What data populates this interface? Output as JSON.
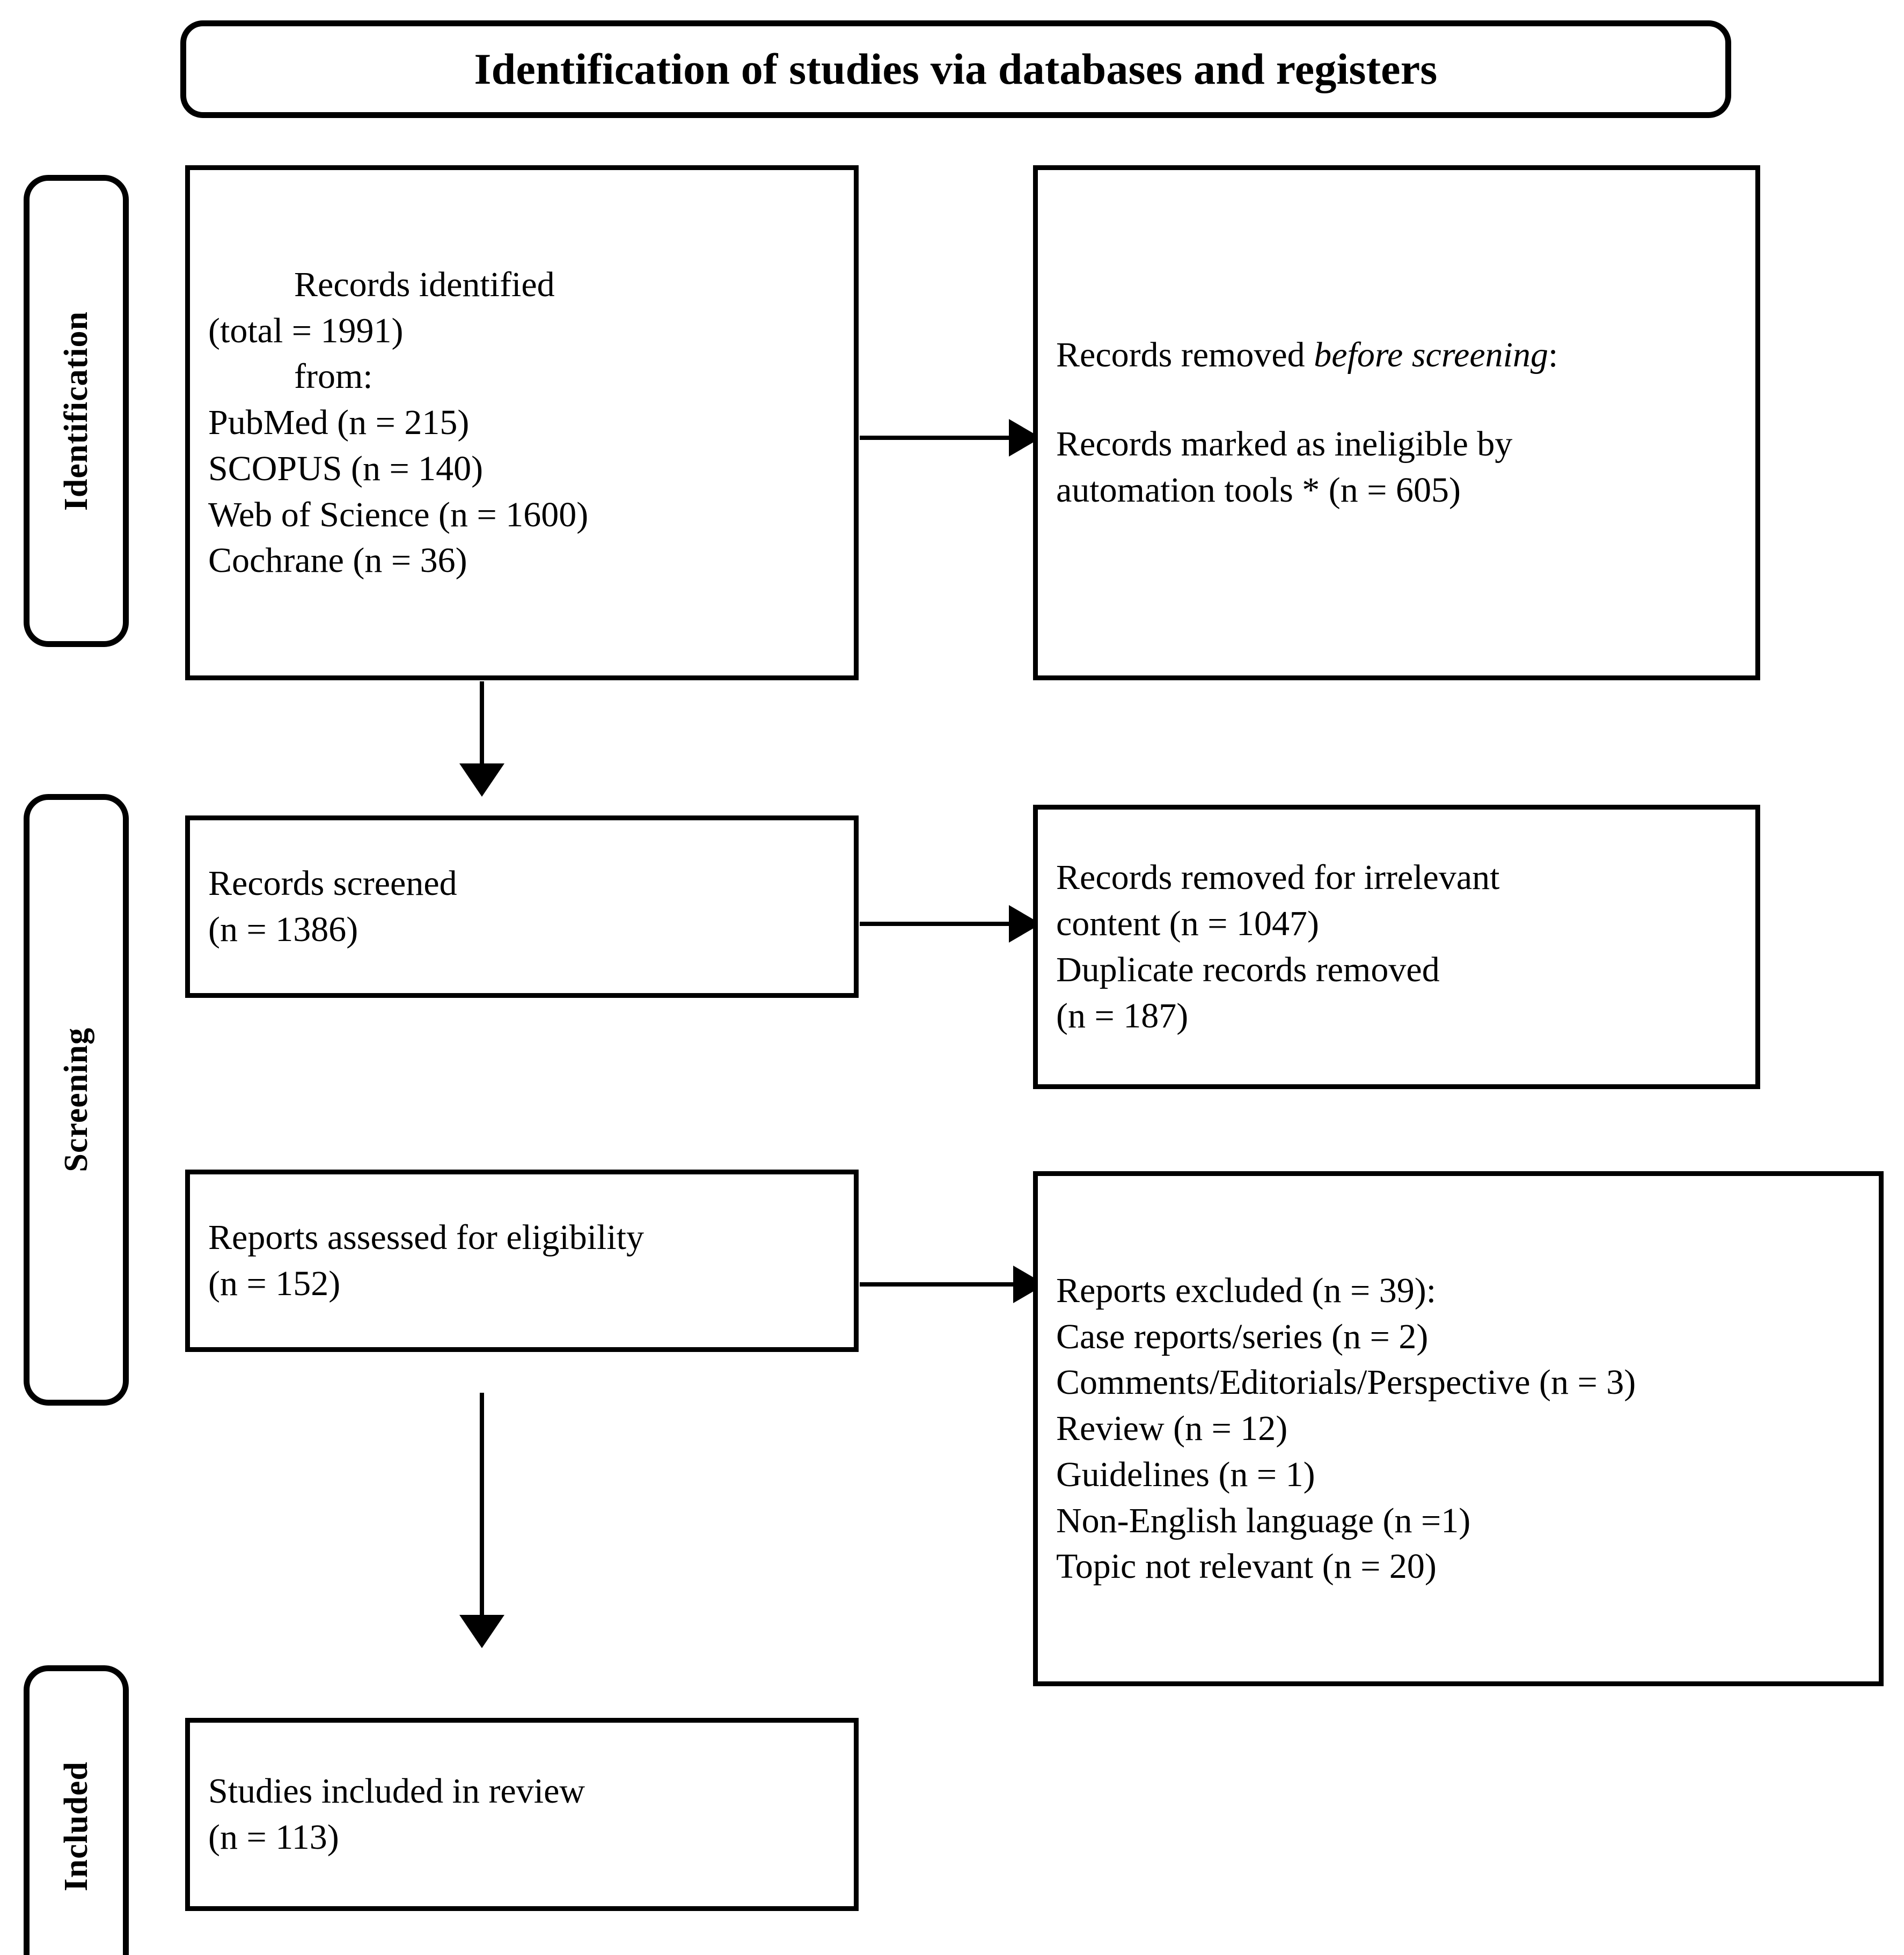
{
  "title": {
    "text": "Identification of studies via databases and registers"
  },
  "stages": [
    {
      "label": "Identification"
    },
    {
      "label": "Screening"
    },
    {
      "label": "Included"
    }
  ],
  "boxes": {
    "records_identified": {
      "lines": [
        "Records identified",
        "(total = 1991)",
        "from:",
        "PubMed (n = 215)",
        "SCOPUS (n = 140)",
        "Web of Science (n = 1600)",
        "Cochrane (n = 36)"
      ]
    },
    "records_removed_before_screening": {
      "line1_plain": "Records removed ",
      "line1_italic": "before screening",
      "line1_tail": ":",
      "line2": "Records marked as ineligible by",
      "line3": "automation tools * (n = 605)"
    },
    "records_screened": {
      "lines": [
        "Records screened",
        "(n = 1386)"
      ]
    },
    "records_removed_irrelevant": {
      "lines": [
        "Records removed for irrelevant",
        "content (n = 1047)",
        "Duplicate records removed",
        "(n = 187)"
      ]
    },
    "reports_assessed": {
      "lines": [
        "Reports assessed for eligibility",
        "(n = 152)"
      ]
    },
    "reports_excluded": {
      "lines": [
        "Reports excluded (n = 39):",
        "Case reports/series (n = 2)",
        "Comments/Editorials/Perspective (n = 3)",
        "Review (n = 12)",
        "Guidelines (n = 1)",
        "Non-English language (n =1)",
        "Topic not relevant (n = 20)"
      ]
    },
    "studies_included": {
      "lines": [
        "Studies included in review",
        "(n = 113)"
      ]
    }
  },
  "colors": {
    "stroke": "#000000",
    "background": "#ffffff"
  }
}
